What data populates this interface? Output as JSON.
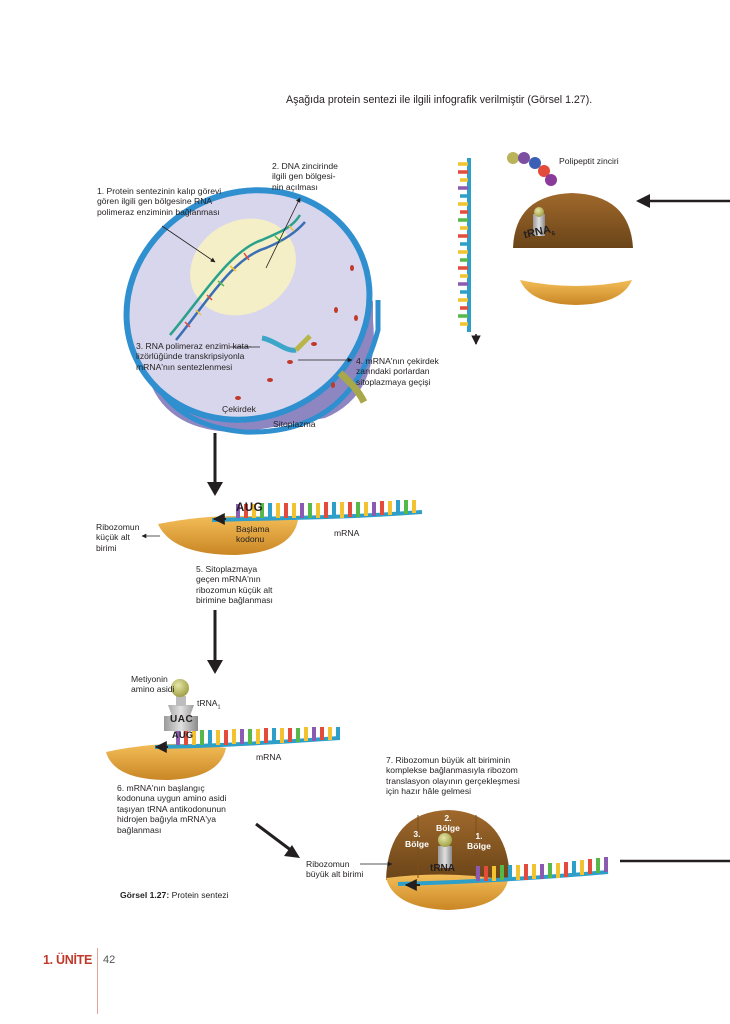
{
  "intro": "Aşağıda protein sentezi ile ilgili infografik verilmiştir (Görsel 1.27).",
  "nucleus": {
    "label1": "1. Protein sentezinin kalıp görevi\ngören ilgili gen bölgesine RNA\npolimeraz enziminin bağlanması",
    "label2": "2. DNA zincirinde\nilgili gen bölgesi-\nnin açılması",
    "label3": "3. RNA polimeraz enzimi kata-\nlizörlüğünde transkripsiyonla\nmRNA'nın sentezlenmesi",
    "label4": "4. mRNA'nın çekirdek\nzarındaki porlardan\nsitoplazmaya geçişi",
    "cekirdek": "Çekirdek",
    "sitoplazma": "Sitoplazma"
  },
  "top_right": {
    "polypeptide": "Polipeptit zinciri",
    "trna": "tRNA",
    "trna_sub": "6"
  },
  "step5": {
    "codon": "AUG",
    "small_subunit": "Ribozomun\nküçük alt\nbirimi",
    "start_codon": "Başlama\nkodonu",
    "mrna": "mRNA",
    "caption": "5. Sitoplazmaya\ngeçen mRNA'nın\nribozomun küçük alt\nbirimine bağlanması"
  },
  "step6": {
    "met": "Metiyonin\namino asidi",
    "trna": "tRNA",
    "trna_sub": "1",
    "anticodon": "UAC",
    "codon": "AUG",
    "mrna": "mRNA",
    "caption": "6. mRNA'nın başlangıç\nkodonuna uygun amino asidi\ntaşıyan tRNA antikodonunun\nhidrojen bağıyla mRNA'ya\nbağlanması"
  },
  "step7": {
    "caption": "7. Ribozomun büyük alt biriminin\nkomplekse bağlanmasıyla ribozom\ntranslasyon olayının gerçekleşmesi\niçin hazır hâle gelmesi",
    "large_subunit": "Ribozomun\nbüyük alt birimi",
    "site2": "2.\nBölge",
    "site3": "3.\nBölge",
    "site1": "1.\nBölge",
    "trna": "tRNA"
  },
  "figure_caption": {
    "label": "Görsel 1.27:",
    "text": " Protein sentezi"
  },
  "footer": {
    "unit": "1. ÜNİTE",
    "page": "42"
  },
  "colors": {
    "membrane": "#2f8fcf",
    "nucleus_fill": "#d8d6ec",
    "ribosome": "#e9a43a",
    "ribosome_dark": "#8a5a22",
    "mrna_backbone": "#2e9fc9",
    "footer_unit": "#c0392b"
  }
}
